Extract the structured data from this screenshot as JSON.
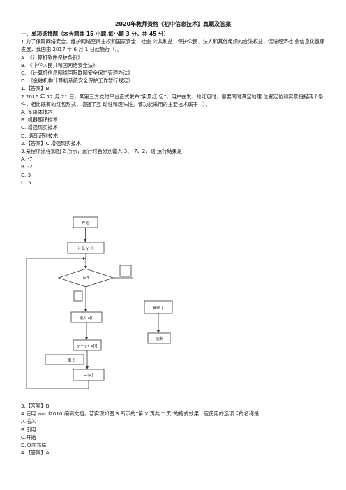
{
  "doc": {
    "title": "2020年教师资格《初中信息技术》真题及答案",
    "section1": "一、单项选择题（本大题共 15 小题,每小题 3 分，共 45 分）",
    "q1": {
      "stem": "1.为了保障网络安全，维护网络空间主权和国家安全，社会 公共利益，保护公民、法人和其他组织的合法权益，促进经济社 会信息化健康发展，我国由 2017 年 6 月 1 日起施行（）。",
      "options": [
        "A. 《计算机软件保护条例》",
        "B. 《中华人民共和国网络安全法》",
        "C. 《计算机信息网络国际联网安全保护管理办法》",
        "D. 《金融机构计算机系统安全保护工作暂行规定》"
      ],
      "answer": "1.【答案】B."
    },
    "q2": {
      "stem": "2.2016 年 12 月 21 日，某第三方支付平台正式发布“实景红 包”，用户在发、抢红包时，需要同时满足地理 位置定位和实景扫描两个条件，相比既有的红包形式，增强了互 动性和趣味性。该功能采用的主要技术属于（）。",
      "options": [
        "A. 多媒体技术",
        "B. 机器翻译技术",
        "C. 增强现实技术",
        "D. 语音识别技术"
      ],
      "answer": "2.【答案】C.增强现实技术"
    },
    "q3": {
      "stem": "3.某程序流程如图 2 所示，运行时若分别输入 3、-7、2，则 运行结果是",
      "options": [
        "A. -7",
        "B. -2",
        "C. 3",
        "D. 5"
      ],
      "answer": "3.【答案】B."
    },
    "q4": {
      "stem": "4.使用 word2010 编辑文档，若实现如图 3 所示的“第 X 页共 Y 页”的格式效果，应使用的选项卡的名称是",
      "options": [
        "A.插入",
        "B.引用",
        "C.开始",
        "D.页面布局"
      ],
      "answer": "4.【答案】A."
    }
  },
  "flowchart": {
    "start": "开始",
    "init": "i←1, y←0",
    "condition": "i≤3",
    "input": "输入 a[i]",
    "assign": "y = y+ a[i]",
    "figure_label": "图 2",
    "increment": "i←i+1",
    "output": "输出 y",
    "end": "结束"
  }
}
